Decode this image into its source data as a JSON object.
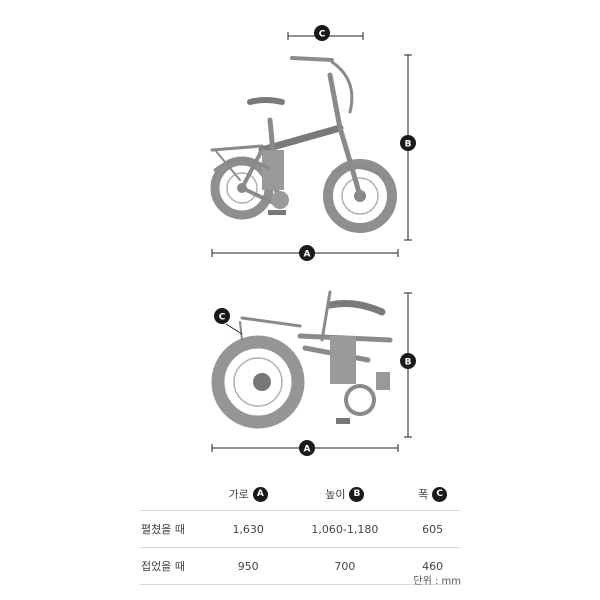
{
  "diagram": {
    "markers": {
      "a": "A",
      "b": "B",
      "c": "C"
    }
  },
  "table": {
    "headers": [
      {
        "text": "가로",
        "badge": "A"
      },
      {
        "text": "높이",
        "badge": "B"
      },
      {
        "text": "폭",
        "badge": "C"
      }
    ],
    "rows": [
      {
        "label": "펼쳤을 때",
        "values": [
          "1,630",
          "1,060-1,180",
          "605"
        ]
      },
      {
        "label": "접었을 때",
        "values": [
          "950",
          "700",
          "460"
        ]
      }
    ]
  },
  "unit_note": "단위 : mm",
  "colors": {
    "badge": "#1a1a1a",
    "bike": "#8a8a8a",
    "dim_line": "#222222"
  }
}
